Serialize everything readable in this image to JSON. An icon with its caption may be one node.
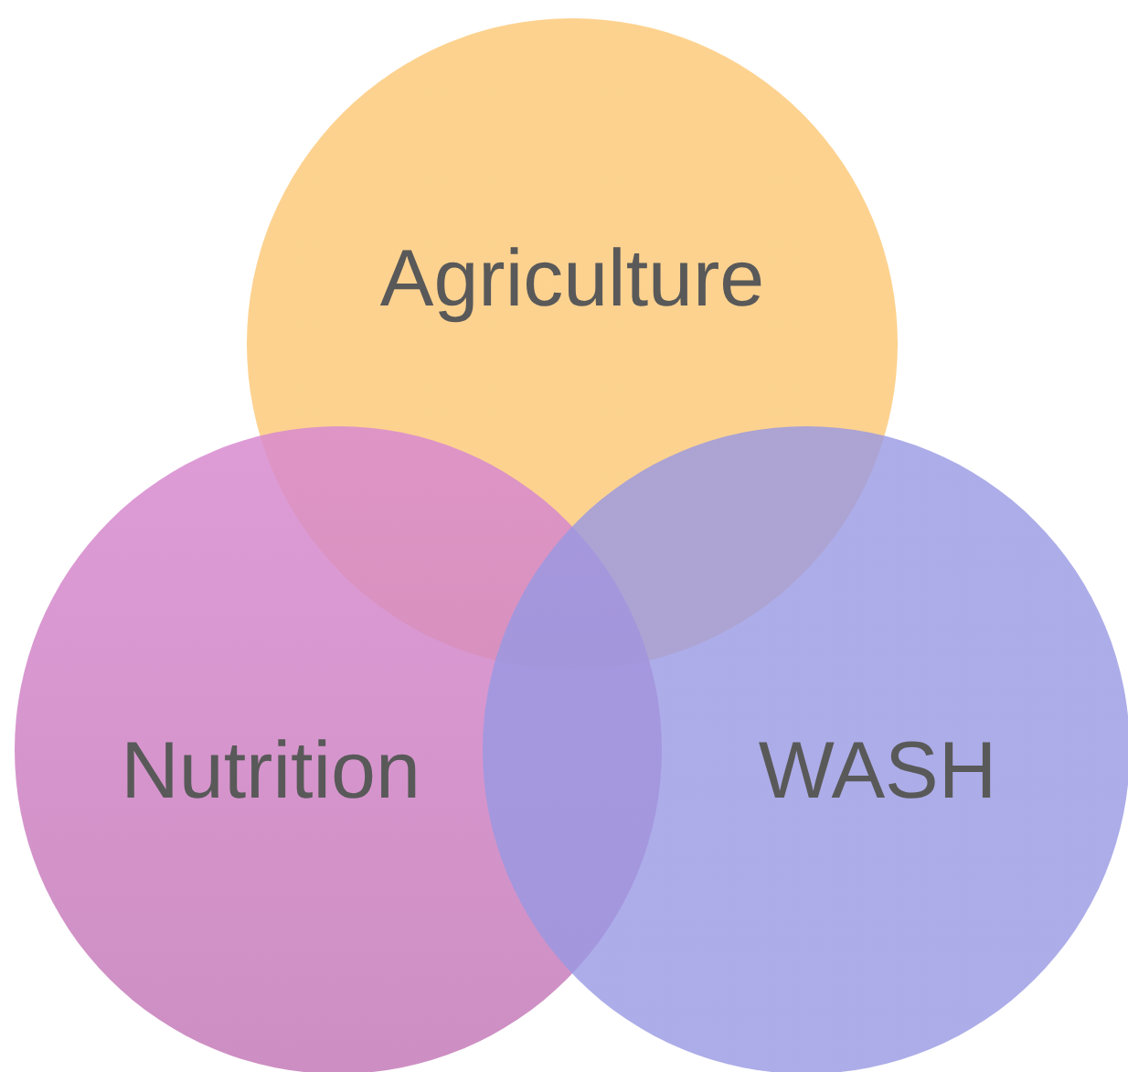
{
  "diagram": {
    "nodes": [
      {
        "text": [
          "Agriculture"
        ]
      },
      {
        "text": [
          "Nutrition"
        ]
      },
      {
        "text": [
          "WASH"
        ]
      }
    ]
  }
}
